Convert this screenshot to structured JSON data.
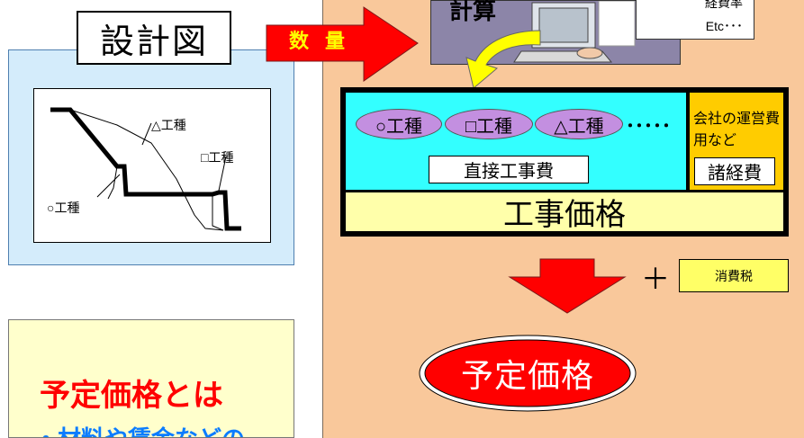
{
  "blueprint": {
    "title": "設計図",
    "labels": {
      "triangle": "△工種",
      "square": "□工種",
      "circle": "○工種"
    }
  },
  "arrow_qty": {
    "label": "数 量"
  },
  "calc": {
    "label": "計算",
    "rates": "経費率",
    "etc": "Etc･･･"
  },
  "direct_cost": {
    "work_types": [
      "○工種",
      "□工種",
      "△工種"
    ],
    "ellipsis": "･････",
    "label": "直接工事費"
  },
  "overhead": {
    "description": "会社の運営費用など",
    "label": "諸経費"
  },
  "construction_price": "工事価格",
  "plus": "＋",
  "consumption_tax": "消費税",
  "planned_price": "予定価格",
  "definition": {
    "title": "予定価格とは",
    "bullet": "・材料や賃金などの"
  },
  "colors": {
    "right_panel": "#f9c89b",
    "direct_area": "#33ffff",
    "overhead_area": "#ffcc00",
    "price_bar": "#ffffaa",
    "work_oval": "#c38fe0",
    "arrow_red": "#ff0000",
    "curved_arrow": "#ffff00",
    "title_red": "#ff0000",
    "bullet_blue": "#0a7cff"
  }
}
